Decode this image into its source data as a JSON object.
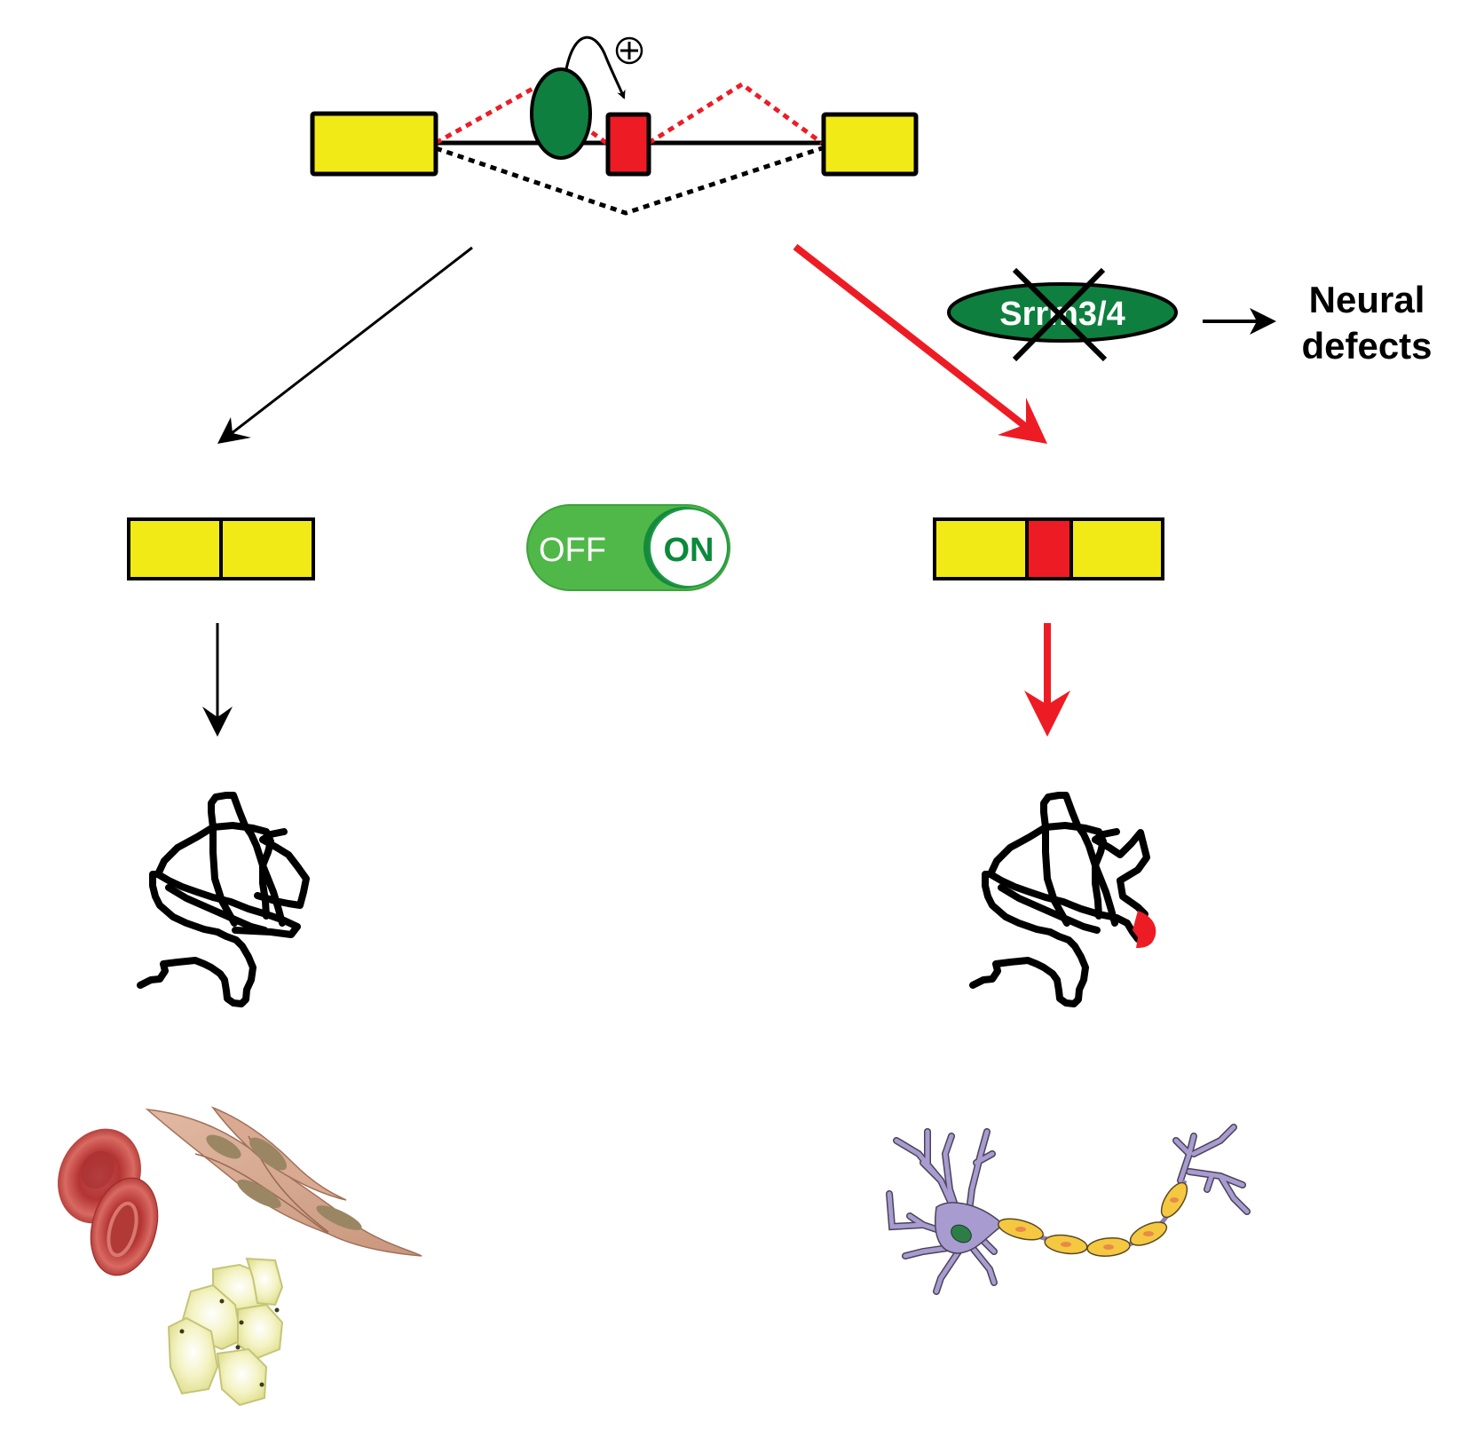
{
  "figure": {
    "pre_mrna": {
      "exons": [
        {
          "name": "upstream-constitutive-exon",
          "type": "constitutive",
          "color": "#f2ea17"
        },
        {
          "name": "microexon",
          "type": "alternative",
          "color": "#ed1c24"
        },
        {
          "name": "downstream-constitutive-exon",
          "type": "constitutive",
          "color": "#f2ea17"
        }
      ],
      "regulator": {
        "name": "Srrm3/4 protein",
        "color": "#0e7f3e"
      },
      "regulation_sign": "+",
      "splicing_paths": [
        {
          "name": "inclusion",
          "color": "#ed1c24",
          "style": "dotted"
        },
        {
          "name": "skipping",
          "color": "#000000",
          "style": "dotted"
        }
      ]
    },
    "knockout": {
      "label": "Srrm3/4",
      "crossed_out": true,
      "color": "#0e7f3e",
      "outcome_line1": "Neural",
      "outcome_line2": "defects"
    },
    "switch": {
      "off_label": "OFF",
      "on_label": "ON",
      "state": "ON",
      "track_color": "#50b848",
      "on_text_color": "#0a8a3a"
    },
    "left_branch": {
      "arrow_color": "#000000",
      "mrna_exons": [
        "constitutive",
        "constitutive"
      ],
      "protein": "without microexon",
      "cell_types": [
        "red blood cells",
        "smooth muscle cells",
        "adipocytes"
      ]
    },
    "right_branch": {
      "arrow_color": "#ed1c24",
      "mrna_exons": [
        "constitutive",
        "microexon",
        "constitutive"
      ],
      "protein": "with microexon",
      "cell_types": [
        "neuron"
      ]
    }
  }
}
